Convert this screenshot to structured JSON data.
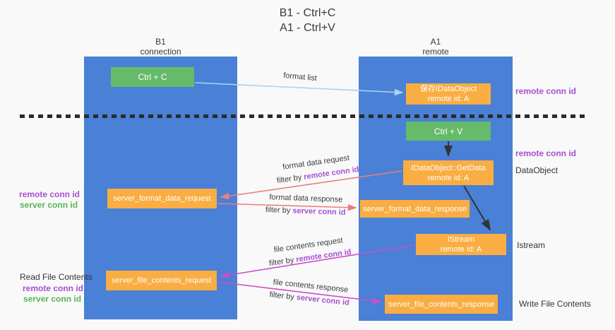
{
  "title": {
    "line1": "B1 - Ctrl+C",
    "line2": "A1 - Ctrl+V"
  },
  "columns": {
    "left": {
      "header_line1": "B1",
      "header_line2": "connection"
    },
    "right": {
      "header_line1": "A1",
      "header_line2": "remote"
    }
  },
  "nodes": {
    "ctrl_c": "Ctrl + C",
    "save_idataobject_line1": "保存IDataObject",
    "save_idataobject_line2": "remote id: A",
    "ctrl_v": "Ctrl + V",
    "getdata_line1": "IDataObject::GetData",
    "getdata_line2": "remote id: A",
    "format_request": "server_format_data_request",
    "format_response": "server_format_data_response",
    "istream_line1": "IStream",
    "istream_line2": "remote id: A",
    "file_request": "server_file_contents_request",
    "file_response": "server_file_contents_response"
  },
  "edge_labels": {
    "format_list": "format list",
    "format_request_line1": "format data request",
    "format_request_prefix": "filter by ",
    "format_request_key": "remote conn id",
    "format_response_line1": "format data response",
    "format_response_prefix": "filter by ",
    "format_response_key": "server conn id",
    "file_request_line1": "file contents request",
    "file_request_prefix": "filter by ",
    "file_request_key": "remote conn id",
    "file_response_line1": "file contents response",
    "file_response_prefix": "filter by ",
    "file_response_key": "server conn id"
  },
  "side_labels": {
    "left_remote_1": "remote conn id",
    "left_server_1": "server conn id",
    "read_file": "Read File Contents",
    "left_remote_2": "remote conn id",
    "left_server_2": "server conn id",
    "right_remote_1": "remote conn id",
    "right_remote_2": "remote conn id",
    "dataobject": "DataObject",
    "istream": "Istream",
    "write_file": "Write File Contents"
  },
  "colors": {
    "lifeline_blue": "#4a80d6",
    "node_green": "#66bb6a",
    "node_orange": "#f9ad42",
    "label_purple": "#a64fd1",
    "label_green": "#57b35a",
    "arrow_salmon": "#ee7d7d",
    "arrow_magenta": "#cc4fc9",
    "arrow_lightblue": "#a9d2f2",
    "arrow_black": "#333333",
    "background": "#f9f9f9"
  }
}
